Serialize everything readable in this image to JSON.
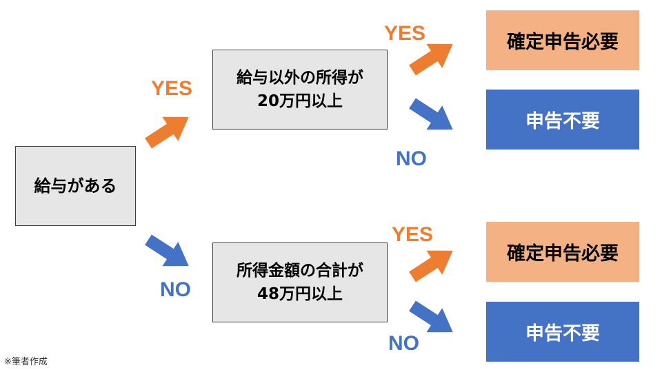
{
  "nodes": {
    "start": "給与がある",
    "q1_line1": "給与以外の所得が",
    "q1_line2": "20万円以上",
    "q2_line1": "所得金額の合計が",
    "q2_line2": "48万円以上",
    "r1": "確定申告必要",
    "r2": "申告不要",
    "r3": "確定申告必要",
    "r4": "申告不要"
  },
  "edges": {
    "yes_label": "YES",
    "no_label": "NO"
  },
  "footer": {
    "note": "※筆者作成"
  },
  "colors": {
    "yes": "#ed7d31",
    "no": "#4472c4",
    "result_required": "#f4b183",
    "result_not_required": "#4472c4",
    "question_box": "#e7e6e6"
  }
}
